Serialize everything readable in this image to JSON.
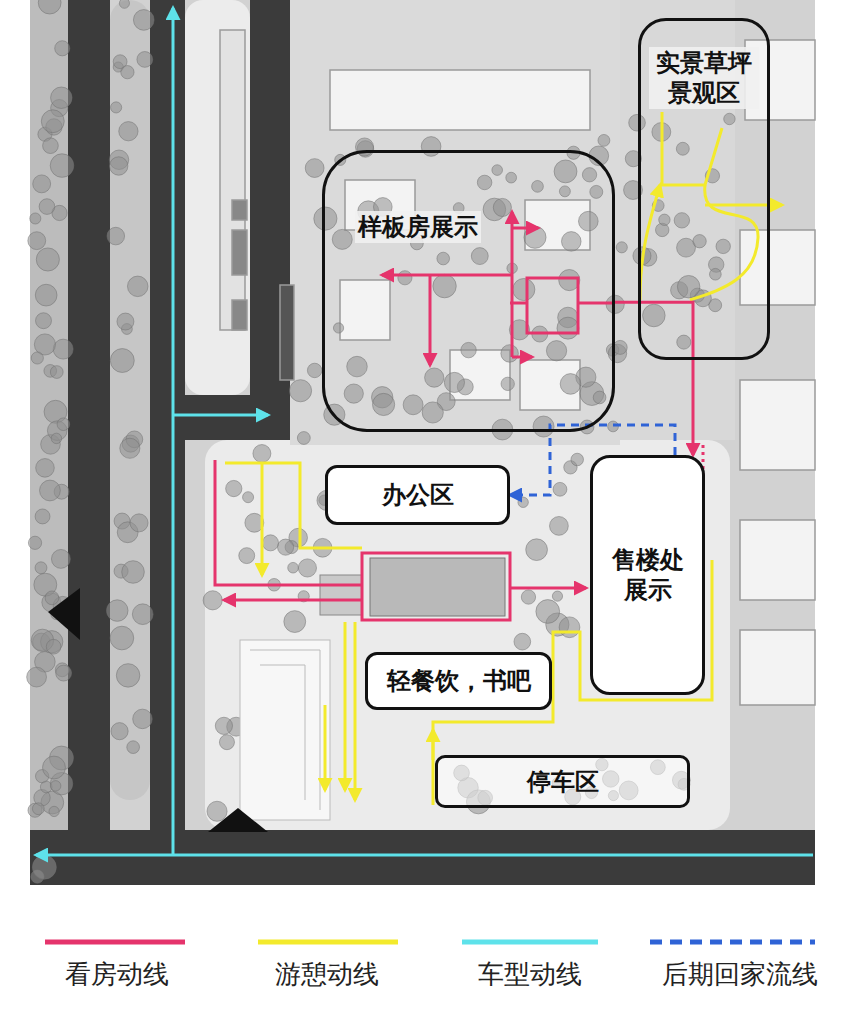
{
  "diagram": {
    "nodes": [
      {
        "text": [
          "实景草坪 景观区"
        ]
      },
      {
        "text": [
          "样板房展示"
        ]
      },
      {
        "text": [
          "办公区"
        ]
      },
      {
        "text": [
          "售楼处 展示"
        ]
      },
      {
        "text": [
          "轻餐饮，书吧"
        ]
      },
      {
        "text": [
          "停车区"
        ]
      }
    ],
    "edges": [
      {
        "from": 1,
        "to": 3,
        "arrow": "to"
      },
      {
        "from": 3,
        "to": 2,
        "arrow": "to"
      }
    ],
    "legend": [
      {
        "text": "看房动线"
      },
      {
        "text": "游憩动线"
      },
      {
        "text": "车型动线"
      },
      {
        "text": "后期回家流线"
      }
    ]
  }
}
